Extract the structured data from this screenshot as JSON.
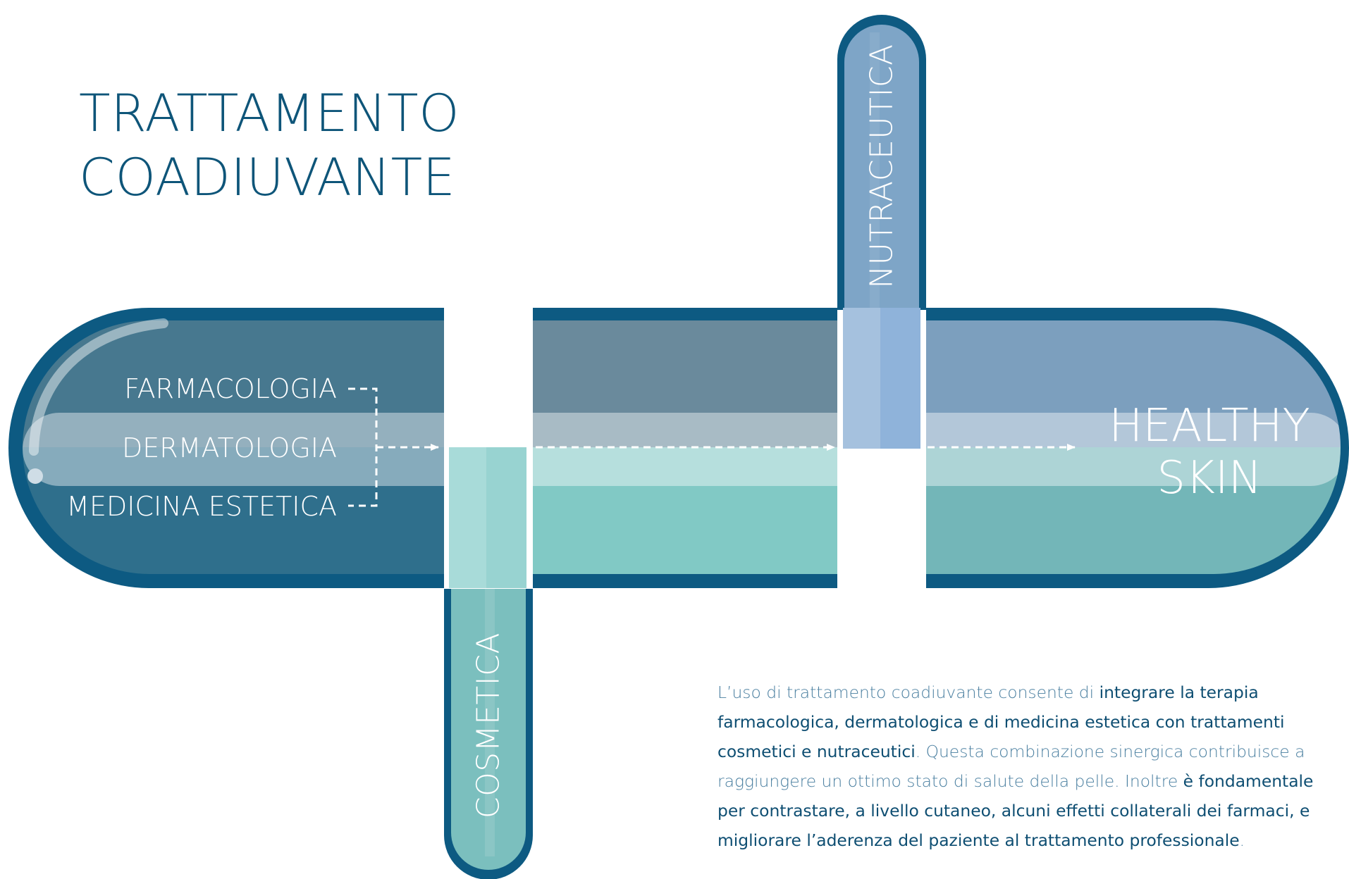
{
  "title": {
    "line1": "TRATTAMENTO",
    "line2": "COADIUVANTE"
  },
  "inputs": [
    "FARMACOLOGIA",
    "DERMATOLOGIA",
    "MEDICINA ESTETICA"
  ],
  "branches": {
    "cosmetica": "COSMETICA",
    "nutraceutica": "NUTRACEUTICA"
  },
  "outcome": {
    "line1": "HEALTHY",
    "line2": "SKIN"
  },
  "description": {
    "p1": "L’uso di trattamento coadiuvante consente di ",
    "h1": "integrare la terapia farmacologica, dermatologica e di medicina estetica con trattamenti cosmetici e nutraceutici",
    "p2": ". Questa combinazione sinergica contribuisce a raggiungere un ottimo stato di salute della pelle. Inoltre ",
    "h2": "è fondamentale per contrastare, a livello cutaneo, alcuni effetti collaterali dei farmaci, e migliorare l’aderenza del paziente al trattamento professionale",
    "p3": "."
  },
  "colors": {
    "outline": "#0d5a82",
    "title": "#0e5579",
    "upper_left": "#47788f",
    "upper_mid": "#6a8a9c",
    "upper_right": "#7c9fbe",
    "lower_left": "#2f6f8c",
    "lower_mid": "#81c9c5",
    "lower_right": "#73b6b8",
    "nutra": "#7ea5c7",
    "cosme": "#7bbfbe"
  }
}
